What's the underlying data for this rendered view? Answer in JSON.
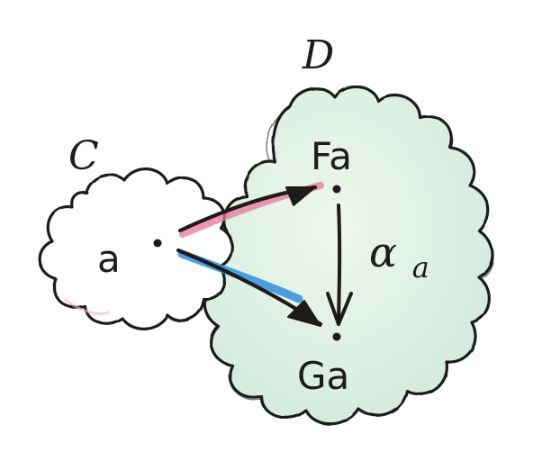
{
  "diagram": {
    "source_category": {
      "label": "C",
      "object": "a"
    },
    "target_category": {
      "label": "D",
      "object_top": "Fa",
      "object_bottom": "Ga"
    },
    "component": {
      "symbol": "α",
      "subscript": "a"
    },
    "arrows": [
      {
        "from": "a",
        "to": "Fa",
        "highlight": "#e8749e"
      },
      {
        "from": "a",
        "to": "Ga",
        "highlight": "#2f8fe0"
      },
      {
        "from": "Fa",
        "to": "Ga",
        "highlight": ""
      }
    ],
    "colors": {
      "ink": "#1f1b1a",
      "cloud_fill_C": "#ffffff",
      "cloud_fill_D": "#dff1e4",
      "pink": "#e8749e",
      "blue": "#2f8fe0"
    }
  }
}
